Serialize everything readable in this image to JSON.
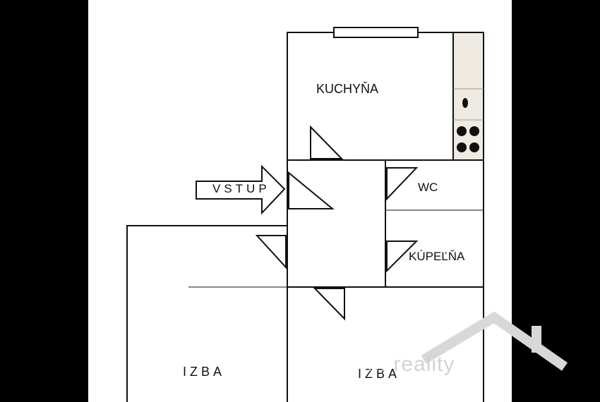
{
  "rooms": {
    "kitchen": "KUCHYŇA",
    "entrance": "VSTUP",
    "wc": "WC",
    "bathroom": "KÚPEĽŇA",
    "room_left": "IZBA",
    "room_right": "IZBA"
  },
  "watermark": "... reality",
  "colors": {
    "background": "#000000",
    "sheet": "#ffffff",
    "wall": "#111111",
    "counter": "#efebe3",
    "watermark": "#cfcfcf"
  },
  "icons": [
    "entrance-arrow-icon",
    "stove-burner-icon",
    "sink-icon",
    "door-swing-icon",
    "logo-house-icon"
  ]
}
